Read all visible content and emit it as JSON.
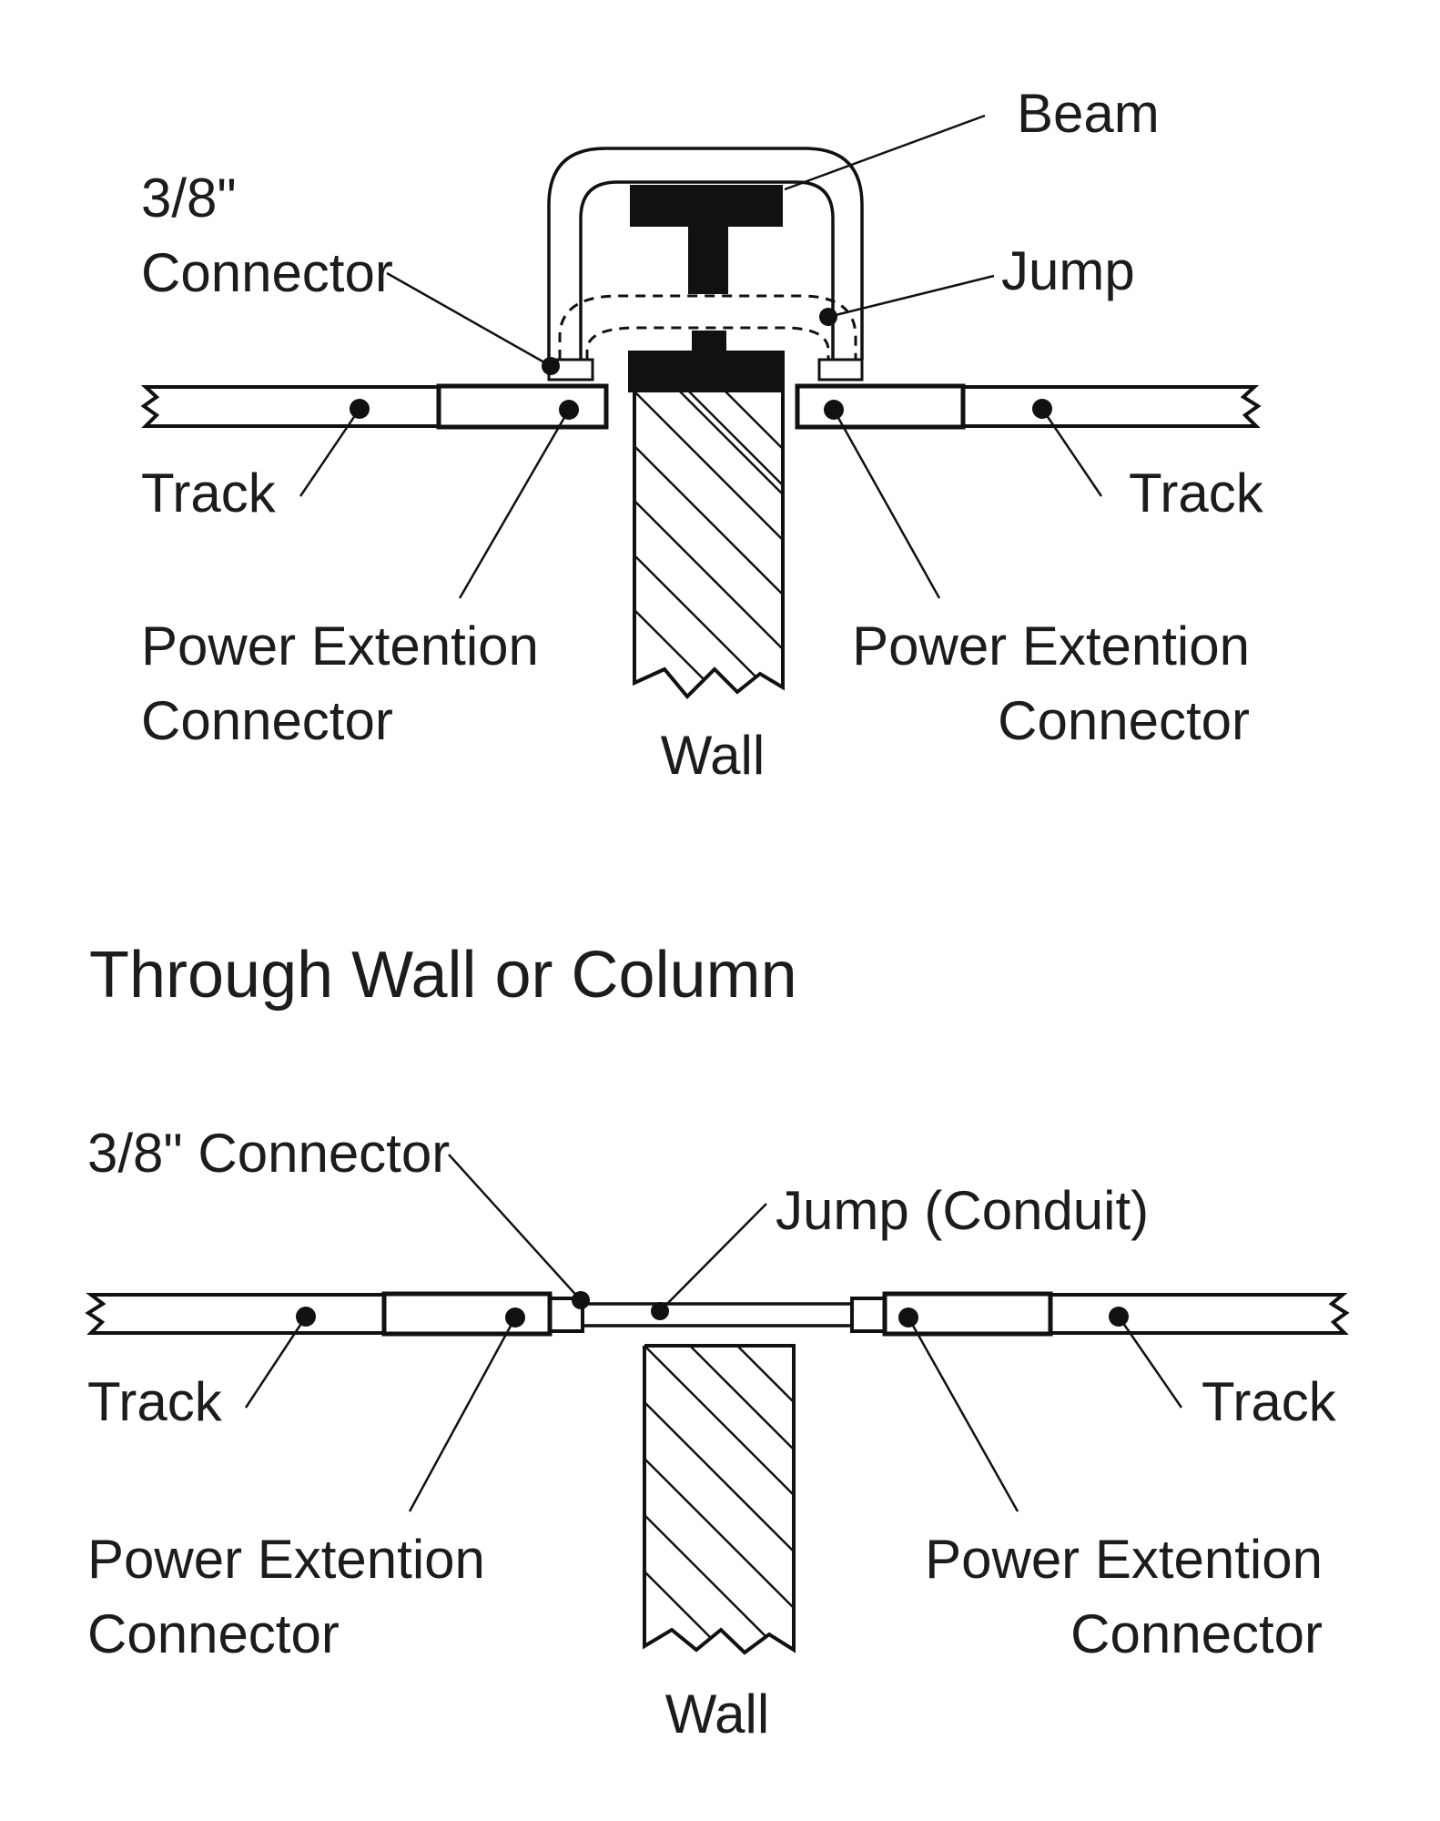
{
  "top_diagram": {
    "labels": {
      "beam": "Beam",
      "connector_line1": "3/8\"",
      "connector_line2": "Connector",
      "jump": "Jump",
      "track_left": "Track",
      "track_right": "Track",
      "pec_left_line1": "Power Extention",
      "pec_left_line2": "Connector",
      "pec_right_line1": "Power Extention",
      "pec_right_line2": "Connector",
      "wall": "Wall"
    }
  },
  "bottom_diagram": {
    "title": "Through Wall or Column",
    "labels": {
      "connector": "3/8\" Connector",
      "jump": "Jump (Conduit)",
      "track_left": "Track",
      "track_right": "Track",
      "pec_left_line1": "Power Extention",
      "pec_left_line2": "Connector",
      "pec_right_line1": "Power Extention",
      "pec_right_line2": "Connector",
      "wall": "Wall"
    }
  },
  "colors": {
    "ink": "#111111",
    "paper": "#ffffff"
  }
}
